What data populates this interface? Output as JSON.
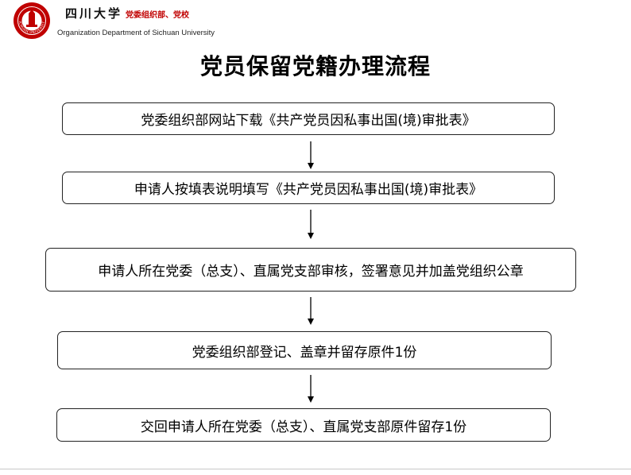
{
  "header": {
    "university_name": "四川大学",
    "department_cn": "党委组织部、党校",
    "department_en": "Organization Department of Sichuan University",
    "logo_text": "SICHUAN UNIVERSITY"
  },
  "title": "党员保留党籍办理流程",
  "steps": [
    {
      "label": "党委组织部网站下载《共产党员因私事出国(境)审批表》"
    },
    {
      "label": "申请人按填表说明填写《共产党员因私事出国(境)审批表》"
    },
    {
      "label": "申请人所在党委（总支）、直属党支部审核，签署意见并加盖党组织公章"
    },
    {
      "label": "党委组织部登记、盖章并留存原件1份"
    },
    {
      "label": "交回申请人所在党委（总支）、直属党支部原件留存1份"
    }
  ],
  "colors": {
    "brand_red": "#c00000",
    "border": "#222222"
  }
}
